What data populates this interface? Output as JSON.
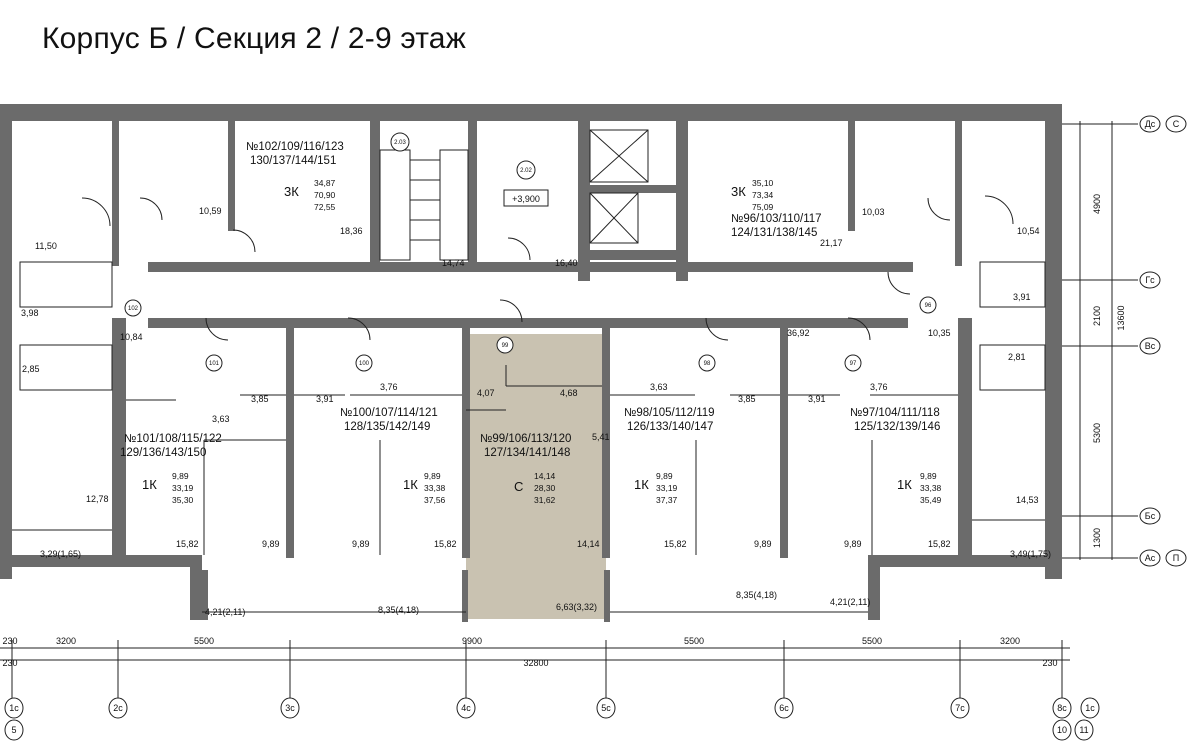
{
  "title": "Корпус Б / Секция 2 / 2-9 этаж",
  "colors": {
    "wall": "#6b6b6b",
    "highlight": "#c9c2b1",
    "line": "#222222"
  },
  "apartments": [
    {
      "id": "apt-3k-left",
      "numbers_1": "№102/109/116/123",
      "numbers_2": "130/137/144/151",
      "type": "3К",
      "areas": [
        "34,87",
        "70,90",
        "72,55"
      ]
    },
    {
      "id": "apt-3k-right",
      "numbers_1": "№96/103/110/117",
      "numbers_2": "124/131/138/145",
      "type": "3К",
      "areas": [
        "35,10",
        "73,34",
        "75,09"
      ]
    },
    {
      "id": "apt-101",
      "numbers_1": "№101/108/115/122",
      "numbers_2": "129/136/143/150",
      "type": "1К",
      "areas": [
        "9,89",
        "33,19",
        "35,30"
      ]
    },
    {
      "id": "apt-100",
      "numbers_1": "№100/107/114/121",
      "numbers_2": "128/135/142/149",
      "type": "1К",
      "areas": [
        "9,89",
        "33,38",
        "37,56"
      ]
    },
    {
      "id": "apt-99",
      "numbers_1": "№99/106/113/120",
      "numbers_2": "127/134/141/148",
      "type": "С",
      "areas": [
        "14,14",
        "28,30",
        "31,62"
      ]
    },
    {
      "id": "apt-98",
      "numbers_1": "№98/105/112/119",
      "numbers_2": "126/133/140/147",
      "type": "1К",
      "areas": [
        "9,89",
        "33,19",
        "37,37"
      ]
    },
    {
      "id": "apt-97",
      "numbers_1": "№97/104/111/118",
      "numbers_2": "125/132/139/146",
      "type": "1К",
      "areas": [
        "9,89",
        "33,38",
        "35,49"
      ]
    }
  ],
  "room_areas": {
    "r1": "10,59",
    "r2": "11,50",
    "r3": "18,36",
    "r4": "14,74",
    "r5": "16,40",
    "r6": "21,17",
    "r7": "10,03",
    "r8": "10,54",
    "r9": "3,98",
    "r10": "10,84",
    "r11": "2,85",
    "r12": "3,63",
    "r13": "3,85",
    "r14": "3,91",
    "r15": "3,76",
    "r16": "4,07",
    "r17": "4,68",
    "r18": "5,41",
    "r19": "3,63",
    "r20": "3,85",
    "r21": "3,91",
    "r22": "3,76",
    "r23": "36,92",
    "r24": "10,35",
    "r25": "3,91",
    "r26": "2,81",
    "r27": "12,78",
    "r28": "14,53",
    "r29": "15,82",
    "r30": "9,89",
    "r31": "9,89",
    "r32": "15,82",
    "r33": "14,14",
    "r34": "15,82",
    "r35": "9,89",
    "r36": "9,89",
    "r37": "15,82",
    "r38": "3,29(1,65)",
    "r39": "3,49(1,75)",
    "r40": "4,21(2,11)",
    "r41": "8,35(4,18)",
    "r42": "6,63(3,32)",
    "r43": "8,35(4,18)",
    "r44": "4,21(2,11)"
  },
  "circle_tags": {
    "c203": "2.03",
    "c202": "2.02",
    "c102": "102",
    "c101": "101",
    "c100": "100",
    "c99": "99",
    "c98": "98",
    "c97": "97",
    "c96": "96"
  },
  "elevation": "+3,900",
  "dimensions": {
    "row1": [
      "230",
      "3200",
      "5500",
      "9900",
      "5500",
      "5500",
      "3200"
    ],
    "row2_left": "230",
    "row2_total": "32800",
    "row2_right": "230",
    "right": [
      "4900",
      "2100",
      "5300",
      "1300"
    ],
    "right_total": "13600"
  },
  "axes_bottom": [
    "1с",
    "2с",
    "3с",
    "4с",
    "5с",
    "6с",
    "7с",
    "8с",
    "1с"
  ],
  "axes_bottom_sub": [
    "5",
    "10",
    "11"
  ],
  "axes_right": [
    "Дс",
    "С",
    "Гс",
    "Вс",
    "Бс",
    "Ас",
    "П"
  ]
}
